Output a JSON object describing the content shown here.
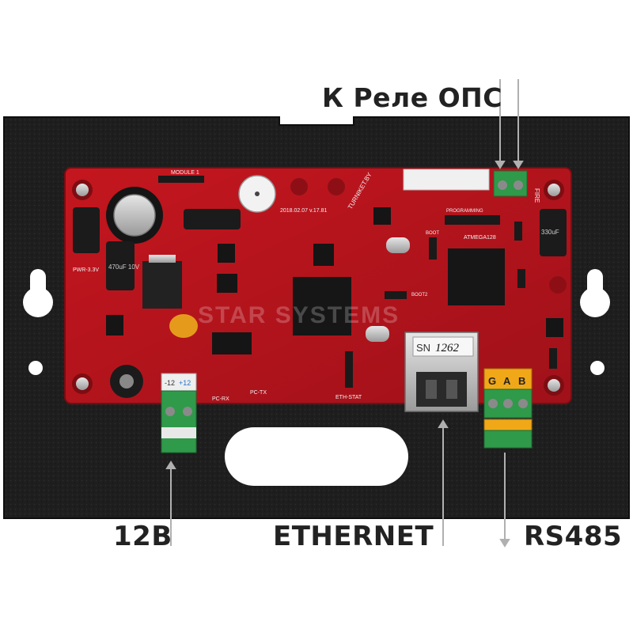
{
  "callouts": {
    "relay": "К Реле ОПС",
    "power": "12В",
    "ethernet": "ETHERNET",
    "rs485": "RS485"
  },
  "board": {
    "module_label": "MODULE 1",
    "version_label": "2018.02.07 v.17.81",
    "brand_label": "TURNIKET.BY",
    "serial_label": "SN",
    "serial_number": "1262",
    "power_terminal_labels": [
      "-12",
      "+12"
    ],
    "rs485_terminal_labels": [
      "G",
      "A",
      "B"
    ],
    "eth_stat_label": "ETH-STAT",
    "pc_rx_label": "PC-RX",
    "pc_tx_label": "PC-TX",
    "boot_label": "BOOT",
    "boot2_label": "BOOT2",
    "programming_label": "PROGRAMMING",
    "mcu_label": "ATMEGA128",
    "pwr_label": "PWR-3.3V",
    "capacitor_labels": [
      "470uF 10V",
      "330uF"
    ],
    "watermark": "STAR SYSTEMS",
    "fire_label": "FIRE"
  },
  "colors": {
    "pcb": "#b3141c",
    "plate": "#1c1c1c",
    "terminal": "#2f9a4a",
    "label_text": "#222222",
    "pointer_line": "#b0b0b0"
  }
}
